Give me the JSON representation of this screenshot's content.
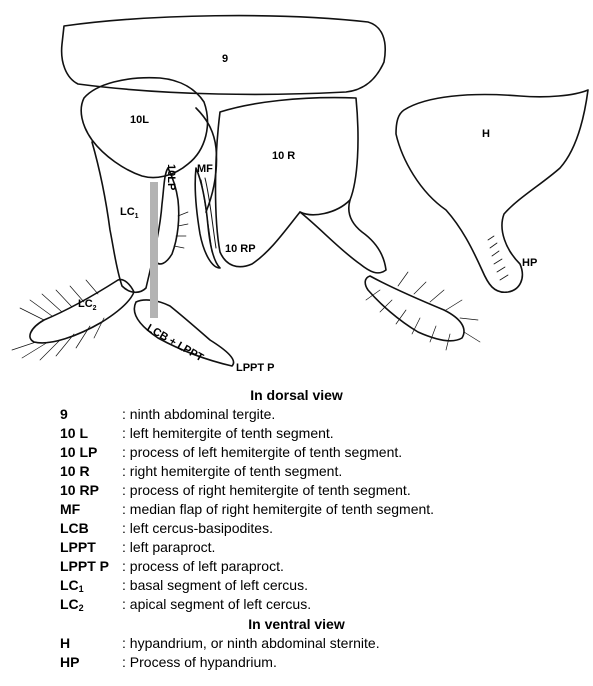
{
  "diagram": {
    "labels": {
      "segment9": "9",
      "l10": "10L",
      "lp10": "10LP",
      "mf": "MF",
      "r10": "10 R",
      "rp10": "10 RP",
      "lc1": "LC",
      "lc1_sub": "1",
      "lc2": "LC",
      "lc2_sub": "2",
      "lcb_lppt": "LCB + LPPT",
      "lppt_p": "LPPT P",
      "h": "H",
      "hp": "HP"
    }
  },
  "legend": {
    "dorsal_heading": "In dorsal view",
    "dorsal_items": [
      {
        "abbr": "9",
        "desc": ": ninth abdominal tergite."
      },
      {
        "abbr": "10 L",
        "desc": ": left hemitergite of tenth segment."
      },
      {
        "abbr": "10 LP",
        "desc": ": process of left hemitergite of tenth segment."
      },
      {
        "abbr": "10 R",
        "desc": ": right hemitergite of tenth segment."
      },
      {
        "abbr": "10 RP",
        "desc": ": process of right hemitergite of tenth segment."
      },
      {
        "abbr": "MF",
        "desc": ": median flap of right hemitergite of tenth segment."
      },
      {
        "abbr": "LCB",
        "desc": ": left cercus-basipodites."
      },
      {
        "abbr": "LPPT",
        "desc": ": left paraproct."
      },
      {
        "abbr": "LPPT P",
        "desc": ": process of left paraproct."
      },
      {
        "abbr": "LC",
        "sub": "1",
        "desc": ": basal segment of left cercus."
      },
      {
        "abbr": "LC",
        "sub": "2",
        "desc": ": apical segment of left cercus."
      }
    ],
    "ventral_heading": "In ventral view",
    "ventral_items": [
      {
        "abbr": "H",
        "desc": ": hypandrium, or ninth abdominal sternite."
      },
      {
        "abbr": "HP",
        "desc": ": Process of hypandrium."
      }
    ]
  }
}
